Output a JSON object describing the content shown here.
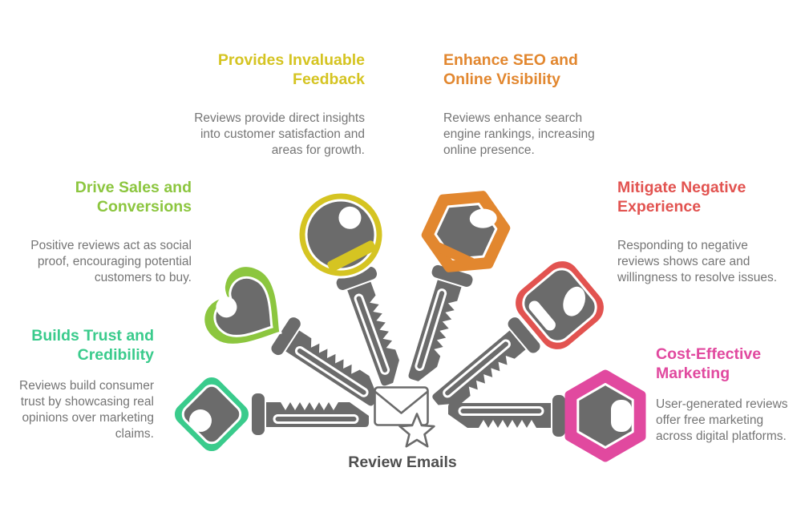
{
  "center": {
    "label": "Review Emails",
    "icons": [
      "envelope-icon",
      "star-icon"
    ]
  },
  "benefits": [
    {
      "id": "feedback",
      "key_shape": "round-key",
      "color": "#d5c422",
      "title_lines": [
        "Provides Invaluable",
        "Feedback"
      ],
      "body_lines": [
        "Reviews provide direct insights",
        "into customer satisfaction and",
        "areas for growth."
      ]
    },
    {
      "id": "seo",
      "key_shape": "hexagon-key",
      "color": "#e2872f",
      "title_lines": [
        "Enhance SEO and",
        "Online Visibility"
      ],
      "body_lines": [
        "Reviews enhance search",
        "engine rankings, increasing",
        "online presence."
      ]
    },
    {
      "id": "sales",
      "key_shape": "clover-key",
      "color": "#8cc63f",
      "title_lines": [
        "Drive Sales and",
        "Conversions"
      ],
      "body_lines": [
        "Positive reviews act as social",
        "proof, encouraging potential",
        "customers to buy."
      ]
    },
    {
      "id": "negative",
      "key_shape": "rounded-square-key",
      "color": "#e25350",
      "title_lines": [
        "Mitigate Negative",
        "Experience"
      ],
      "body_lines": [
        "Responding to negative",
        "reviews shows care and",
        "willingness to resolve issues."
      ]
    },
    {
      "id": "trust",
      "key_shape": "diamond-key",
      "color": "#3acb8c",
      "title_lines": [
        "Builds Trust and",
        "Credibility"
      ],
      "body_lines": [
        "Reviews build consumer",
        "trust by showcasing real",
        "opinions over marketing",
        "claims."
      ]
    },
    {
      "id": "marketing",
      "key_shape": "hexagon-key",
      "color": "#e1499f",
      "title_lines": [
        "Cost-Effective",
        "Marketing"
      ],
      "body_lines": [
        "User-generated reviews",
        "offer free marketing",
        "across digital platforms."
      ]
    }
  ],
  "colors": {
    "background": "#ffffff",
    "key_gray": "#6b6b6b",
    "body_text": "#757575",
    "center_label": "#4f4f4f",
    "icon_stroke": "#6b6b6b"
  }
}
